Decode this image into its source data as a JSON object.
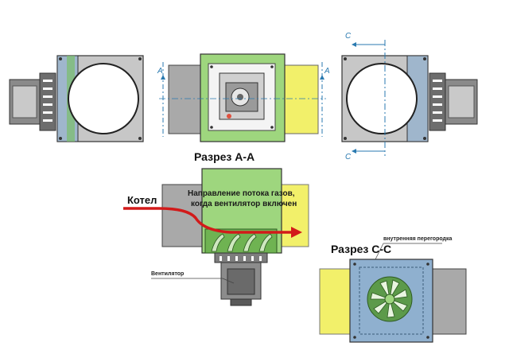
{
  "labels": {
    "section_aa": "Разрез А-А",
    "section_cc": "Разрез С-С",
    "boiler": "Котел",
    "flow_line1": "Направление потока газов,",
    "flow_line2": "когда вентилятор включен",
    "fan": "Вентилятор",
    "partition": "внутренняя перегородка",
    "marker_a_top": "A",
    "marker_a_bottom": "A",
    "marker_c_top": "C",
    "marker_c_bottom": "C"
  },
  "colors": {
    "green_body": "#9ed67e",
    "green_dark": "#5c9a4a",
    "blue_body": "#8fb0cf",
    "grey_pipe": "#a9a9a9",
    "yellow_pipe": "#f2f06a",
    "flow_arrow": "#d21a1a",
    "section_line": "#2a7ab0"
  }
}
